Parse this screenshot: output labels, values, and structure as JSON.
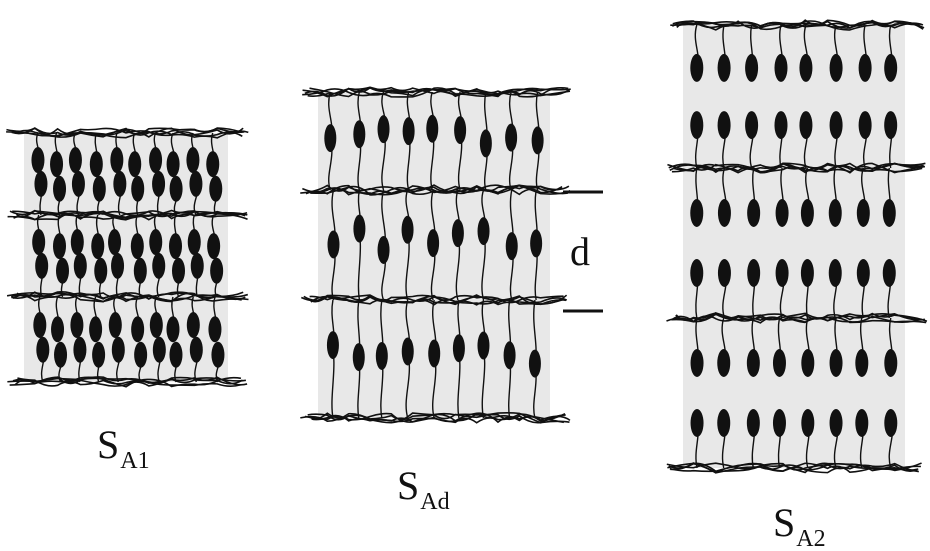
{
  "figure": {
    "phases": [
      {
        "id": "SA1",
        "symbol": "S",
        "subscript": "A1",
        "layers": 3
      },
      {
        "id": "SAd",
        "symbol": "S",
        "subscript": "Ad",
        "layers": 3
      },
      {
        "id": "SA2",
        "symbol": "S",
        "subscript": "A2",
        "layers": 3
      }
    ],
    "spacing_label": "d"
  },
  "colors": {
    "ink": "#111111",
    "fill": "#e8e8e8"
  }
}
